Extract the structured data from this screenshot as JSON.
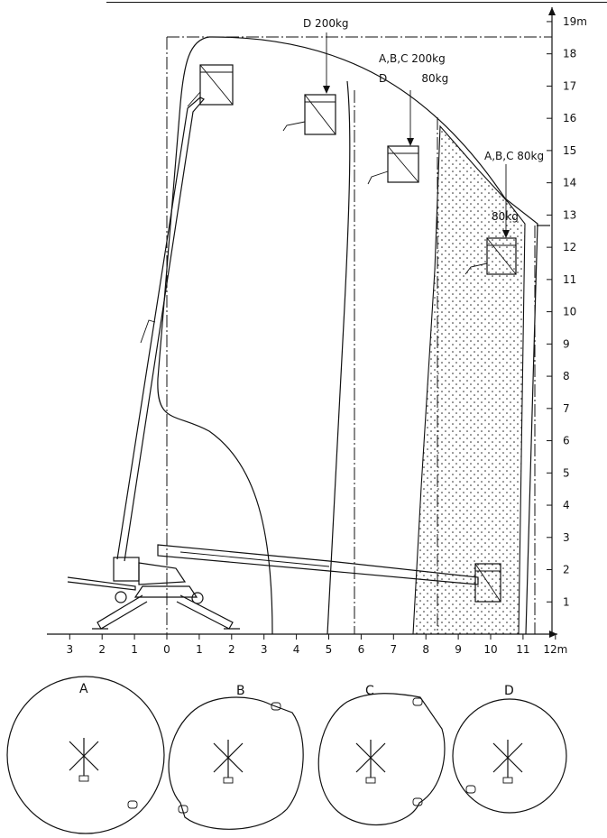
{
  "chart_data": {
    "type": "working-range-diagram",
    "y_axis": {
      "unit": "m",
      "ticks": [
        "1",
        "2",
        "3",
        "4",
        "5",
        "6",
        "7",
        "8",
        "9",
        "10",
        "11",
        "12",
        "13",
        "14",
        "15",
        "16",
        "17",
        "18",
        "19m"
      ]
    },
    "x_axis": {
      "unit": "m",
      "ticks": [
        "3",
        "2",
        "1",
        "0",
        "1",
        "2",
        "3",
        "4",
        "5",
        "6",
        "7",
        "8",
        "9",
        "10",
        "11",
        "12m"
      ]
    },
    "load_labels": [
      {
        "id": "d200",
        "text": "D  200kg"
      },
      {
        "id": "abc200",
        "text": "A,B,C  200kg"
      },
      {
        "id": "d80",
        "text": "D          80kg"
      },
      {
        "id": "abc80",
        "text": "A,B,C  80kg"
      },
      {
        "id": "l80",
        "text": "80kg"
      }
    ],
    "outrigger_configs": [
      "A",
      "B",
      "C",
      "D"
    ]
  },
  "colors": {
    "ink": "#111111",
    "background": "#ffffff"
  }
}
